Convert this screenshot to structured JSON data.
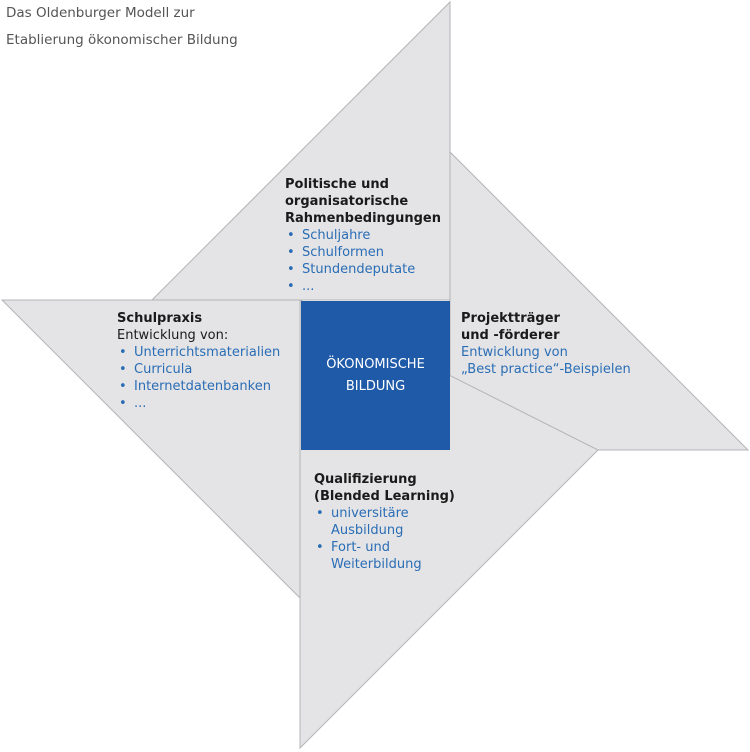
{
  "title": {
    "line1": "Das Oldenburger Modell zur",
    "line2": "Etablierung ökonomischer Bildung"
  },
  "colors": {
    "blade_fill": "#e4e4e6",
    "blade_stroke": "#b4b4b8",
    "center_fill": "#1f5aa8",
    "accent_text": "#2a6db5"
  },
  "center": {
    "line1": "ÖKONOMISCHE",
    "line2": "BILDUNG"
  },
  "top": {
    "heading": [
      "Politische und",
      "organisatorische",
      "Rahmenbedingungen"
    ],
    "items": [
      "Schuljahre",
      "Schulformen",
      "Stundendeputate",
      "..."
    ]
  },
  "left": {
    "heading": "Schulpraxis",
    "subheading": "Entwicklung von:",
    "items": [
      "Unterrichtsmaterialien",
      "Curricula",
      "Internetdatenbanken",
      "..."
    ]
  },
  "right": {
    "heading": [
      "Projektträger",
      "und -förderer"
    ],
    "lines": [
      "Entwicklung von",
      "„Best practice“-Beispielen"
    ]
  },
  "bottom": {
    "heading": [
      "Qualifizierung",
      "(Blended Learning)"
    ],
    "items": [
      {
        "line1": "universitäre",
        "line2": "Ausbildung"
      },
      {
        "line1": "Fort- und",
        "line2": "Weiterbildung"
      }
    ]
  }
}
